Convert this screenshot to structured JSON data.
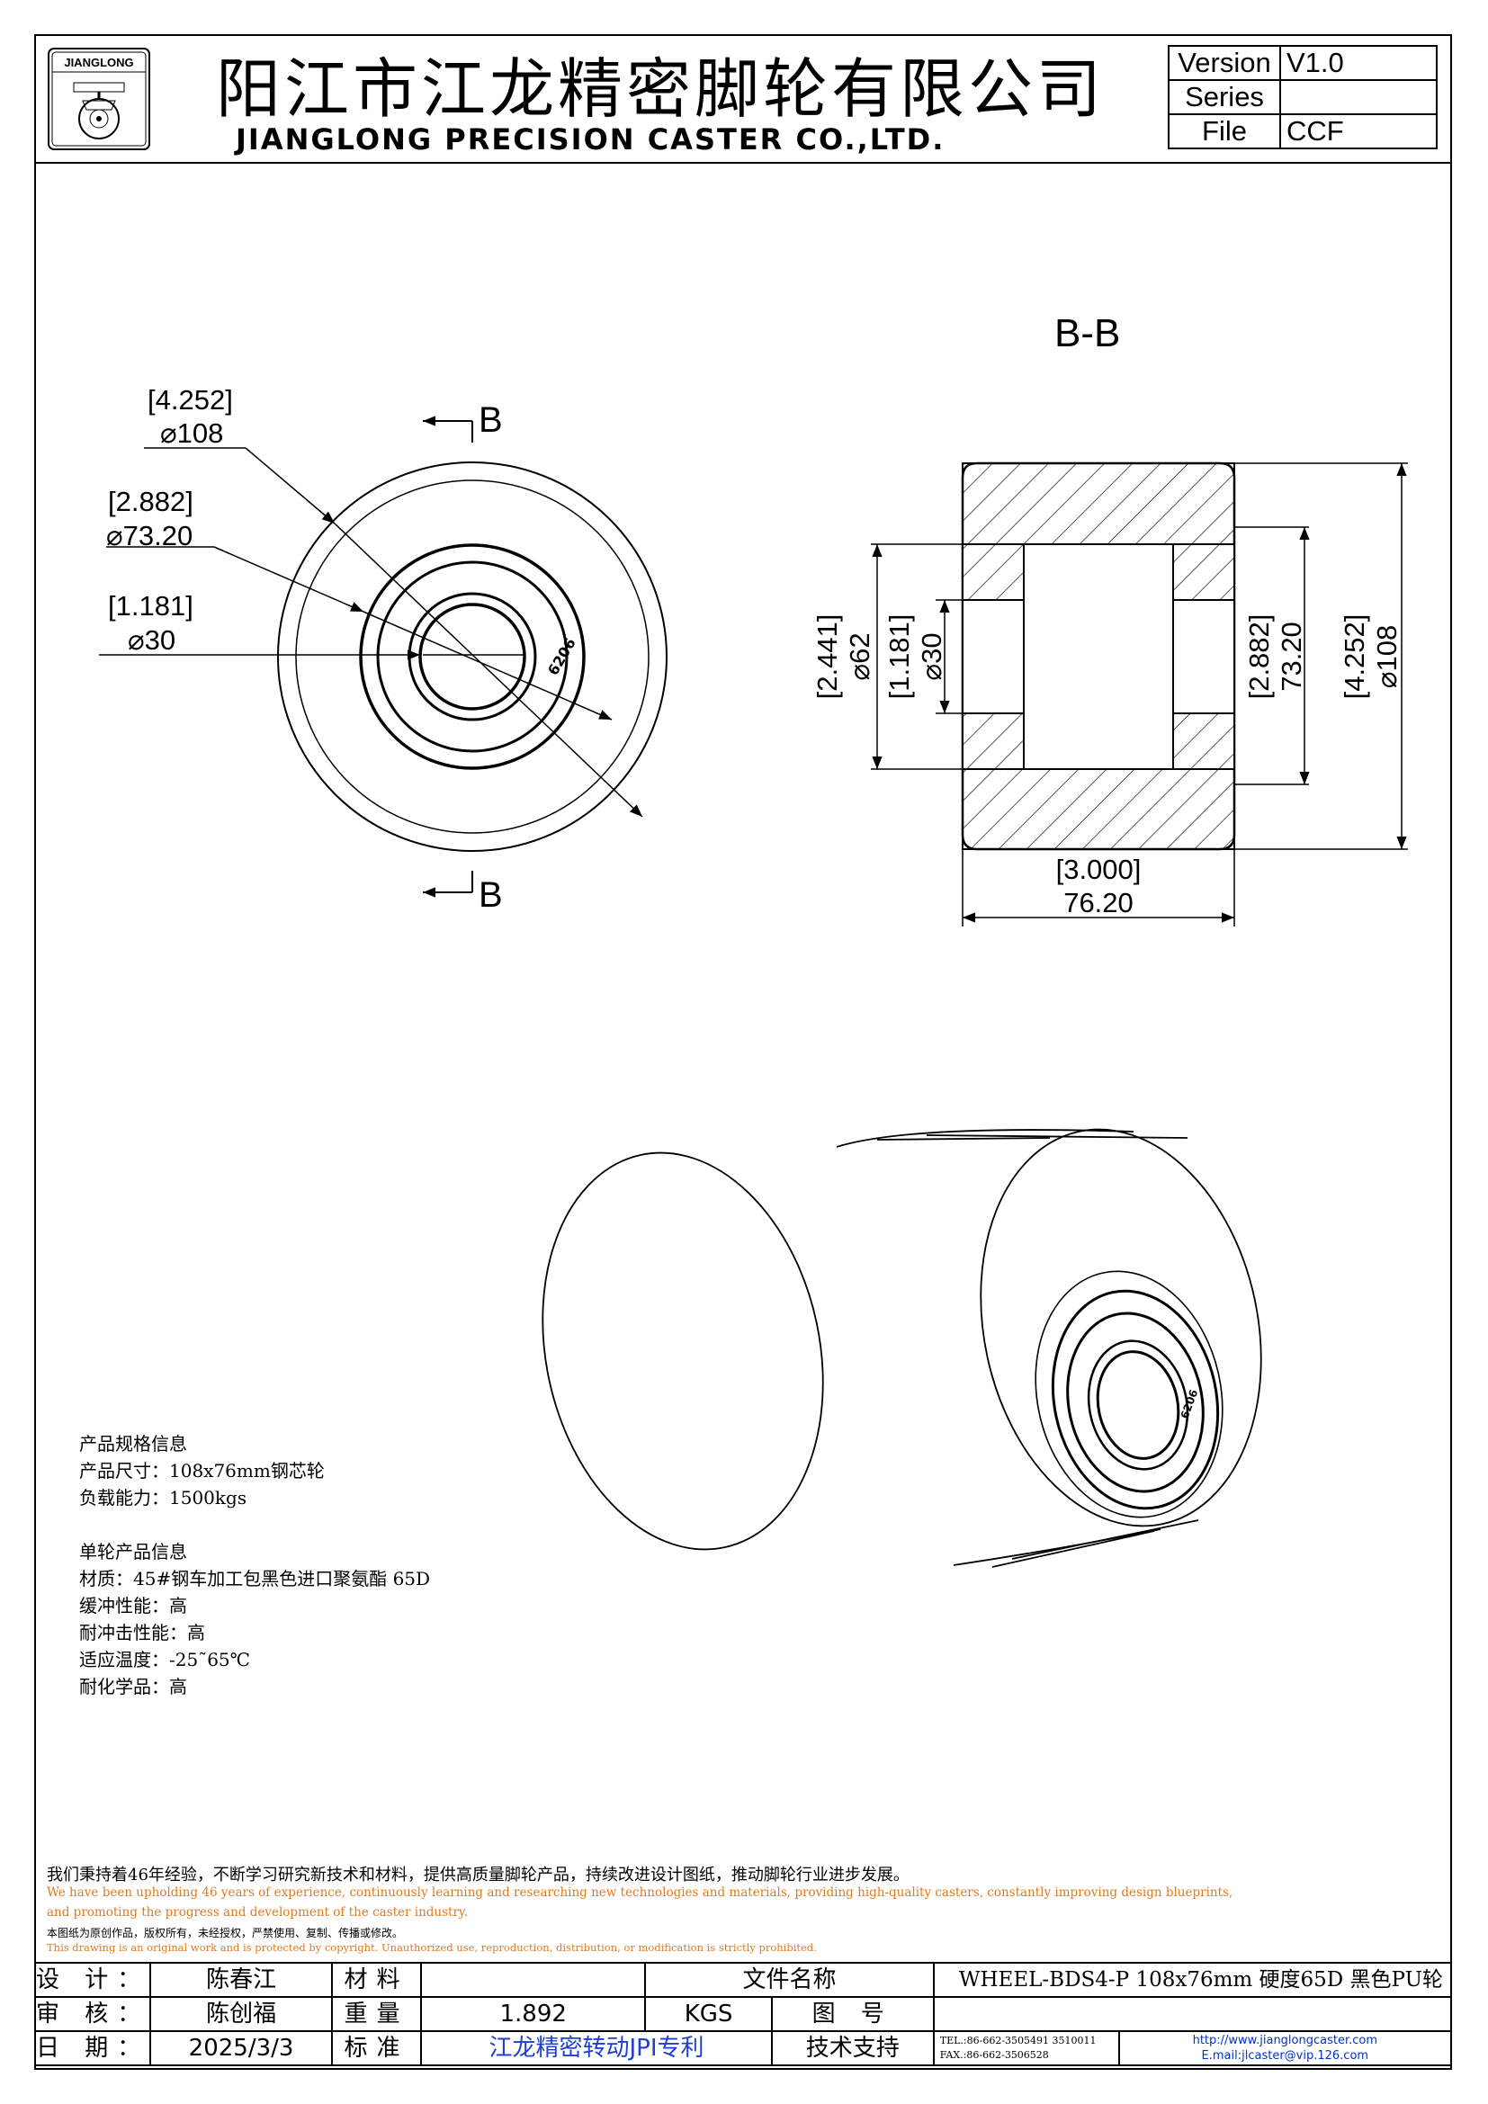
{
  "header": {
    "logo_text": "JIANGLONG",
    "title_cn": "阳江市江龙精密脚轮有限公司",
    "title_en": "JIANGLONG PRECISION CASTER CO.,LTD.",
    "version_label": "Version",
    "version_value": "V1.0",
    "series_label": "Series",
    "series_value": "",
    "file_label": "File",
    "file_value": "CCF"
  },
  "drawing": {
    "section_title": "B-B",
    "section_mark": "B",
    "front_dims": [
      {
        "inch": "[4.252]",
        "mm": "⌀108"
      },
      {
        "inch": "[2.882]",
        "mm": "⌀73.20"
      },
      {
        "inch": "[1.181]",
        "mm": "⌀30"
      }
    ],
    "bearing_mark": "6206",
    "side_dims": {
      "d62_inch": "[2.441]",
      "d62_mm": "⌀62",
      "d30_inch": "[1.181]",
      "d30_mm": "⌀30",
      "d73_inch": "[2.882]",
      "d73_mm": "73.20",
      "d108_inch": "[4.252]",
      "d108_mm": "⌀108",
      "width_inch": "[3.000]",
      "width_mm": "76.20"
    }
  },
  "specs": {
    "group1_title": "产品规格信息",
    "size": "产品尺寸：108x76mm钢芯轮",
    "load": "负载能力：1500kgs",
    "group2_title": "单轮产品信息",
    "material": "材质：45#钢车加工包黑色进口聚氨酯 65D",
    "cushion": "缓冲性能：高",
    "impact": "耐冲击性能：高",
    "temp": "适应温度：-25˜65℃",
    "chemical": "耐化学品：高"
  },
  "notes": {
    "cn_commit": "我们秉持着46年经验，不断学习研究新技术和材料，提供高质量脚轮产品，持续改进设计图纸，推动脚轮行业进步发展。",
    "en_commit_1": "We have been upholding 46 years of experience, continuously learning and researching new technologies and materials, providing high-quality casters, constantly improving design blueprints,",
    "en_commit_2": "and promoting the progress and development of the caster industry.",
    "cn_copyright": "本图纸为原创作品，版权所有，未经授权，严禁使用、复制、传播或修改。",
    "en_copyright": "This drawing is an original work and is protected by copyright. Unauthorized use, reproduction, distribution, or modification is strictly prohibited.",
    "en_color": "#e07a1e"
  },
  "title_block": {
    "design_label": "设 计：",
    "design_value": "陈春江",
    "review_label": "审 核：",
    "review_value": "陈创福",
    "date_label": "日 期：",
    "date_value": "2025/3/3",
    "material_label": "材料",
    "material_value": "",
    "weight_label": "重量",
    "weight_value": "1.892",
    "weight_unit": "KGS",
    "standard_label": "标准",
    "standard_value": "江龙精密转动JPI专利",
    "filename_label": "文件名称",
    "filename_value": "WHEEL-BDS4-P 108x76mm 硬度65D 黑色PU轮",
    "drawing_no_label": "图 号",
    "drawing_no_value": "",
    "support_label": "技术支持",
    "tel": "TEL.:86-662-3505491 3510011",
    "fax": "FAX.:86-662-3506528",
    "website": "http://www.jianglongcaster.com",
    "email": "E.mail:jlcaster@vip.126.com",
    "standard_color": "#1f3fd1"
  }
}
